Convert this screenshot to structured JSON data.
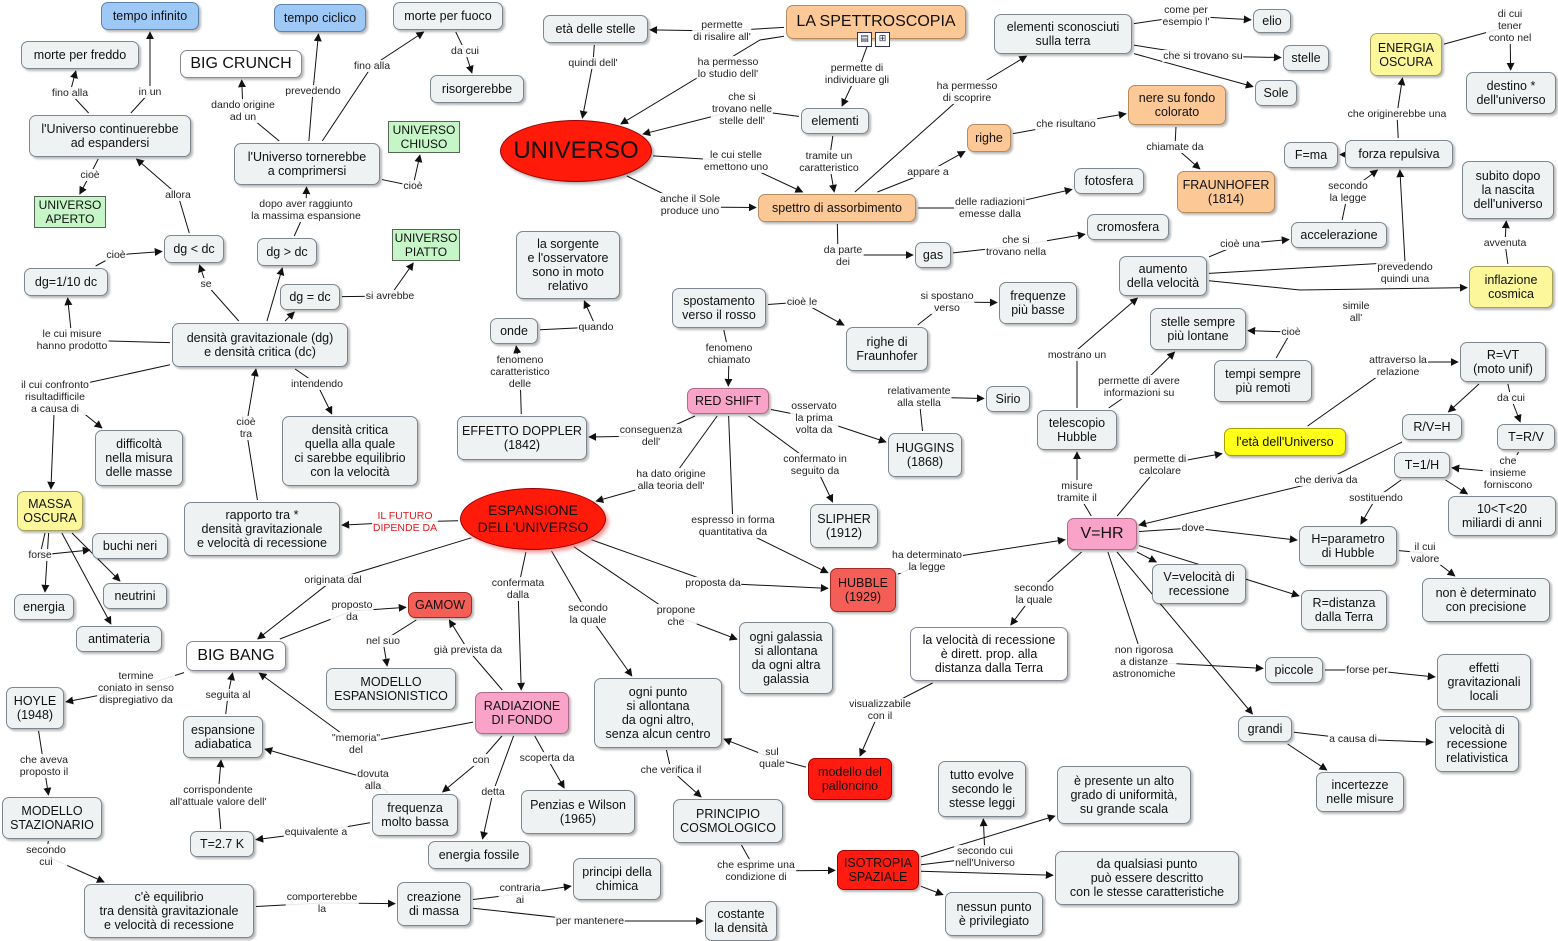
{
  "nodes": {
    "universo": "UNIVERSO",
    "spettroscopia": "LA SPETTROSCOPIA",
    "eta_stelle": "età delle stelle",
    "elementi": "elementi",
    "spettro": "spettro di assorbimento",
    "righe": "righe",
    "nere_fondo": "nere su fondo\ncolorato",
    "fraunhofer_1814": "FRAUNHOFER\n(1814)",
    "fotosfera": "fotosfera",
    "cromosfera": "cromosfera",
    "gas": "gas",
    "elementi_sconosciuti": "elementi sconosciuti\nsulla terra",
    "elio": "elio",
    "stelle": "stelle",
    "sole": "Sole",
    "energia_oscura": "ENERGIA\nOSCURA",
    "destino": "destino  *\ndell'universo",
    "forza_repulsiva": "forza repulsiva",
    "fma": "F=ma",
    "accelerazione": "accelerazione",
    "subito_dopo": "subito dopo\nla nascita\ndell'universo",
    "inflazione": "inflazione\ncosmica",
    "aumento_velocita": "aumento\ndella velocità",
    "stelle_lontane": "stelle sempre\npiù lontane",
    "tempi_remoti": "tempi sempre\npiù remoti",
    "telescopio_hubble": "telescopio\nHubble",
    "rvt": "R=VT\n(moto unif)",
    "rvh": "R/V=H",
    "trv": "T=R/V",
    "t1h": "T=1/H",
    "eta_universo": "l'età dell'Universo",
    "miliardi": "10<T<20\nmiliardi di anni",
    "vhr": "V=HR",
    "h_param": "H=parametro\ndi Hubble",
    "non_determinato": "non è determinato\ncon precisione",
    "v_vel": "V=velocità di\nrecessione",
    "r_dist": "R=distanza\ndalla Terra",
    "vel_recessione_dir": "la velocità di recessione\nè dirett. prop. alla\ndistanza dalla Terra",
    "piccole": "piccole",
    "effetti_grav": "effetti\ngravitazionali\nlocali",
    "grandi": "grandi",
    "vel_relativistica": "velocità di\nrecessione\nrelativistica",
    "incertezze": "incertezze\nnelle misure",
    "tempo_infinito": "tempo infinito",
    "tempo_ciclico": "tempo ciclico",
    "morte_fuoco": "morte per fuoco",
    "risorgerebbe": "risorgerebbe",
    "morte_freddo": "morte per freddo",
    "big_crunch": "BIG CRUNCH",
    "universo_chiuso": "UNIVERSO\nCHIUSO",
    "continuerebbe": "l'Universo continuerebbe\nad espandersi",
    "tornerebbe": "l'Universo tornerebbe\na comprimersi",
    "universo_aperto": "UNIVERSO\nAPERTO",
    "dg_minore": "dg < dc",
    "dg_maggiore": "dg > dc",
    "dg_uguale": "dg = dc",
    "universo_piatto": "UNIVERSO\nPIATTO",
    "dg_110": "dg=1/10 dc",
    "densita_grav": "densità gravitazionale (dg)\ne densità critica (dc)",
    "difficolta": "difficoltà\nnella misura\ndelle masse",
    "densita_critica": "densità critica\nquella alla quale\nci sarebbe equilibrio\ncon la velocità",
    "massa_oscura": "MASSA\nOSCURA",
    "buchi_neri": "buchi neri",
    "neutrini": "neutrini",
    "energia": "energia",
    "antimateria": "antimateria",
    "rapporto": "rapporto tra          *\ndensità gravitazionale\ne velocità di recessione",
    "sorgente": "la sorgente\ne l'osservatore\nsono in moto\nrelativo",
    "onde": "onde",
    "spostamento": "spostamento\nverso il rosso",
    "righe_fraunhofer": "righe di\nFraunhofer",
    "frequenze_basse": "frequenze\npiù basse",
    "effetto_doppler": "EFFETTO DOPPLER\n(1842)",
    "red_shift": "RED SHIFT",
    "sirio": "Sirio",
    "huggins": "HUGGINS\n(1868)",
    "slipher": "SLIPHER\n(1912)",
    "hubble_1929": "HUBBLE\n(1929)",
    "espansione": "ESPANSIONE\nDELL'UNIVERSO",
    "big_bang": "BIG BANG",
    "gamow": "GAMOW",
    "modello_esp": "MODELLO\nESPANSIONISTICO",
    "radiazione": "RADIAZIONE\nDI FONDO",
    "hoyle": "HOYLE\n(1948)",
    "modello_staz": "MODELLO\nSTAZIONARIO",
    "espansione_adiab": "espansione\nadiabatica",
    "t27": "T=2.7 K",
    "frequenza_bassa": "frequenza\nmolto bassa",
    "energia_fossile": "energia fossile",
    "penzias": "Penzias e Wilson\n(1965)",
    "ogni_punto": "ogni punto\nsi allontana\nda ogni altro,\nsenza alcun centro",
    "ogni_galassia": "ogni galassia\nsi allontana\nda ogni altra\ngalassia",
    "palloncino": "modello del\npalloncino",
    "principio_cosm": "PRINCIPIO\nCOSMOLOGICO",
    "isotropia": "ISOTROPIA\nSPAZIALE",
    "tutto_evolve": "tutto evolve\nsecondo le\nstesse leggi",
    "uniformita": "è presente un alto\ngrado di uniformità,\nsu grande scala",
    "qualsiasi_punto": "da qualsiasi punto\npuò essere descritto\ncon le stesse caratteristiche",
    "nessun_punto": "nessun punto\nè privilegiato",
    "equilibrio": "c'è equilibrio\ntra densità gravitazionale\ne velocità di recessione",
    "creazione_massa": "creazione\ndi massa",
    "principi_chimica": "principi della\nchimica",
    "costante_densita": "costante\nla densità"
  },
  "labels": {
    "permette_risalire": "permette\ndi risalire all'",
    "quindi_dell": "quindi dell'",
    "ha_permesso_studio": "ha permesso\nlo studio dell'",
    "permette_individuare": "permette di\nindividuare gli",
    "che_si_trovano": "che si\ntrovano nelle\nstelle dell'",
    "tramite_caratteristico": "tramite un\ncaratteristico",
    "le_cui_stelle": "le cui stelle\nemettono uno",
    "anche_sole": "anche il Sole\nproduce uno",
    "appare_a": "appare a",
    "che_risultano": "che risultano",
    "chiamate_da": "chiamate da",
    "ha_permesso_scoprire": "ha permesso\ndi scoprire",
    "come_per_esempio": "come per\nesempio l'",
    "che_si_trovano_su": "che si trovano su",
    "delle_radiazioni": "delle radiazioni\nemesse dalla",
    "da_parte_dei": "da parte\ndei",
    "che_si_trovano_nella": "che si\ntrovano nella",
    "di_cui_tener": "di cui tener\nconto nel",
    "che_originerebbe": "che originerebbe una",
    "secondo_legge": "secondo\nla legge",
    "cioe_una": "cioè una",
    "avvenuta": "avvenuta",
    "prevedendo_quindi": "prevedendo\nquindi una",
    "simile_all": "simile\nall'",
    "cioe_a": "cioè",
    "permette_avere": "permette di avere\ninformazioni su",
    "mostrano_un": "mostrano un",
    "misure_tramite": "misure\ntramite il",
    "attraverso_relazione": "attraverso la\nrelazione",
    "da_cui": "da cui",
    "che_insieme": "che insieme\nforniscono",
    "permette_calcolare": "permette di\ncalcolare",
    "che_deriva_da": "che deriva da",
    "sostituendo": "sostituendo",
    "dove": "dove",
    "il_cui_valore": "il cui\nvalore",
    "ha_determinato": "ha determinato\nla legge",
    "secondo_la_quale": "secondo\nla quale",
    "non_rigorosa": "non rigorosa\na distanze\nastronomiche",
    "forse_per": "forse per",
    "a_causa_di": "a causa di",
    "visualizzabile": "visualizzabile\ncon il",
    "fino_alla": "fino alla",
    "in_un": "in un",
    "prevedendo": "prevedendo",
    "fino_alla2": "fino alla",
    "da_cui2": "da cui",
    "dando_origine": "dando origine\nad un",
    "cioe_chiuso": "cioè",
    "cioe_aperto": "cioè",
    "allora": "allora",
    "dopo_aver": "dopo aver raggiunto\nla massima espansione",
    "cioe_dg": "cioè",
    "se": "se",
    "si_avrebbe": "si avrebbe",
    "le_cui_misure": "le cui misure\nhanno prodotto",
    "il_cui_confronto": "il cui confronto\nrisultadifficile\na causa di",
    "intendendo": "intendendo",
    "cioe_tra": "cioè\ntra",
    "forse": "forse",
    "il_futuro": "IL FUTURO\nDIPENDE DA",
    "quando": "quando",
    "fenomeno_caratt": "fenomeno\ncaratteristico\ndelle",
    "cioe_le": "cioè le",
    "si_spostano": "si spostano\nverso",
    "fenomeno_chiamato": "fenomeno\nchiamato",
    "conseguenza": "conseguenza\ndell'",
    "relativamente": "relativamente\nalla stella",
    "osservato": "osservato\nla prima\nvolta da",
    "confermato_seguito": "confermato in\nseguito da",
    "ha_dato_origine": "ha dato origine\nalla teoria dell'",
    "espresso_forma": "espresso in forma\nquantitativa da",
    "proposta_da": "proposta da",
    "propone_che": "propone\nche",
    "secondo_la_quale2": "secondo\nla quale",
    "confermata_dalla": "confermata\ndalla",
    "originata_dal": "originata dal",
    "proposto_da": "proposto\nda",
    "nel_suo": "nel suo",
    "gia_prevista": "già prevista da",
    "termine_coniato": "termine\nconiato in senso\ndispregiativo da",
    "seguita_al": "seguita al",
    "memoria": "\"memoria\"\ndel",
    "corrispondente": "corrispondente\nall'attuale valore dell'",
    "dovuta_alla": "dovuta\nalla",
    "con": "con",
    "detta": "detta",
    "scoperta_da": "scoperta da",
    "equivalente_a": "equivalente a",
    "che_aveva": "che aveva\nproposto il",
    "secondo_cui": "secondo\ncui",
    "comporterebbe": "comporterebbe\nla",
    "contraria_ai": "contraria\nai",
    "per_mantenere": "per mantenere",
    "sul_quale": "sul\nquale",
    "che_verifica": "che verifica il",
    "che_esprime": "che esprime una\ncondizione di",
    "secondo_cui_univ": "secondo cui\nnell'Universo"
  },
  "colors": {
    "line": "#111111",
    "node_default": "#eef2f3",
    "blue": "#9ec9f7",
    "orange": "#fbc896",
    "red": "#ff1b0f",
    "pink": "#f9a3c8",
    "yellow": "#fcf79b",
    "green": "#c6f5c8",
    "label_red": "#e0161b"
  },
  "icons": [
    "note-icon",
    "concept-map-icon"
  ]
}
